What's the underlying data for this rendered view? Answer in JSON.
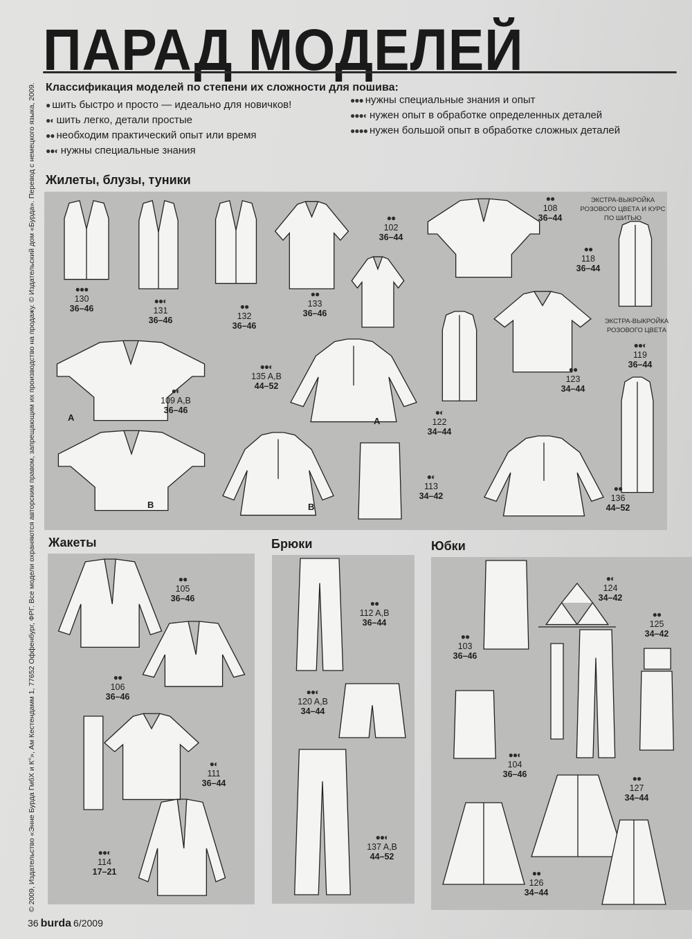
{
  "title": "ПАРАД МОДЕЛЕЙ",
  "legend": {
    "heading": "Классификация моделей по степени их сложности для пошива:",
    "items": [
      {
        "dots": "●",
        "text": "шить быстро и просто — идеально для новичков!"
      },
      {
        "dots": "●◐",
        "text": "шить легко, детали простые"
      },
      {
        "dots": "●●",
        "text": "необходим практический опыт или время"
      },
      {
        "dots": "●●◐",
        "text": "нужны специальные знания"
      },
      {
        "dots": "●●●",
        "text": "нужны специальные знания и опыт"
      },
      {
        "dots": "●●●◐",
        "text": "нужен опыт в обработке определенных деталей"
      },
      {
        "dots": "●●●●",
        "text": "нужен большой опыт в обработке сложных деталей"
      }
    ]
  },
  "sections": {
    "tops": {
      "heading": "Жилеты, блузы, туники",
      "notes": [
        "ЭКСТРА-ВЫКРОЙКА РОЗОВОГО ЦВЕТА И КУРС ПО ШИТЬЮ",
        "ЭКСТРА-ВЫКРОЙКА РОЗОВОГО ЦВЕТА"
      ],
      "variant_letters": [
        "A",
        "B",
        "A",
        "B"
      ],
      "models": [
        {
          "number": "130",
          "size": "36–46",
          "difficulty": "●●●"
        },
        {
          "number": "131",
          "size": "36–46",
          "difficulty": "●●◐"
        },
        {
          "number": "132",
          "size": "36–46",
          "difficulty": "●●"
        },
        {
          "number": "133",
          "size": "36–46",
          "difficulty": "●●"
        },
        {
          "number": "102",
          "size": "36–44",
          "difficulty": "●●"
        },
        {
          "number": "108",
          "size": "36–44",
          "difficulty": "●●"
        },
        {
          "number": "118",
          "size": "36–44",
          "difficulty": "●●"
        },
        {
          "number": "119",
          "size": "36–44",
          "difficulty": "●●◐"
        },
        {
          "number": "109 A,B",
          "size": "36–46",
          "difficulty": "●◐"
        },
        {
          "number": "135 A,B",
          "size": "44–52",
          "difficulty": "●●◐"
        },
        {
          "number": "122",
          "size": "34–44",
          "difficulty": "●◐"
        },
        {
          "number": "123",
          "size": "34–44",
          "difficulty": "●●"
        },
        {
          "number": "113",
          "size": "34–42",
          "difficulty": "●◐"
        },
        {
          "number": "136",
          "size": "44–52",
          "difficulty": "●●"
        }
      ]
    },
    "jackets": {
      "heading": "Жакеты",
      "models": [
        {
          "number": "105",
          "size": "36–46",
          "difficulty": "●●"
        },
        {
          "number": "106",
          "size": "36–46",
          "difficulty": "●●"
        },
        {
          "number": "111",
          "size": "36–44",
          "difficulty": "●◐"
        },
        {
          "number": "114",
          "size": "17–21",
          "difficulty": "●●◐"
        }
      ]
    },
    "trousers": {
      "heading": "Брюки",
      "models": [
        {
          "number": "112 A,B",
          "size": "36–44",
          "difficulty": "●●"
        },
        {
          "number": "120 A,B",
          "size": "34–44",
          "difficulty": "●●◐"
        },
        {
          "number": "137 A,B",
          "size": "44–52",
          "difficulty": "●●◐"
        }
      ]
    },
    "skirts": {
      "heading": "Юбки",
      "models": [
        {
          "number": "103",
          "size": "36–46",
          "difficulty": "●●"
        },
        {
          "number": "124",
          "size": "34–42",
          "difficulty": "●◐"
        },
        {
          "number": "125",
          "size": "34–42",
          "difficulty": "●●"
        },
        {
          "number": "104",
          "size": "36–46",
          "difficulty": "●●◐"
        },
        {
          "number": "127",
          "size": "34–44",
          "difficulty": "●●"
        },
        {
          "number": "126",
          "size": "34–44",
          "difficulty": "●●"
        }
      ]
    }
  },
  "side_copyright": "© 2009, Издательство «Энне Бурда ГмбХ и К°», Ам Кестендамм 1, 77652 Оффенбург, ФРГ. Все модели охраняются авторским правом, запрещающим их производство на продажу. © Издательский дом «Бурда». Перевод с немецкого языка, 2009.",
  "footer": {
    "page": "36",
    "brand": "burda",
    "issue": "6/2009"
  }
}
